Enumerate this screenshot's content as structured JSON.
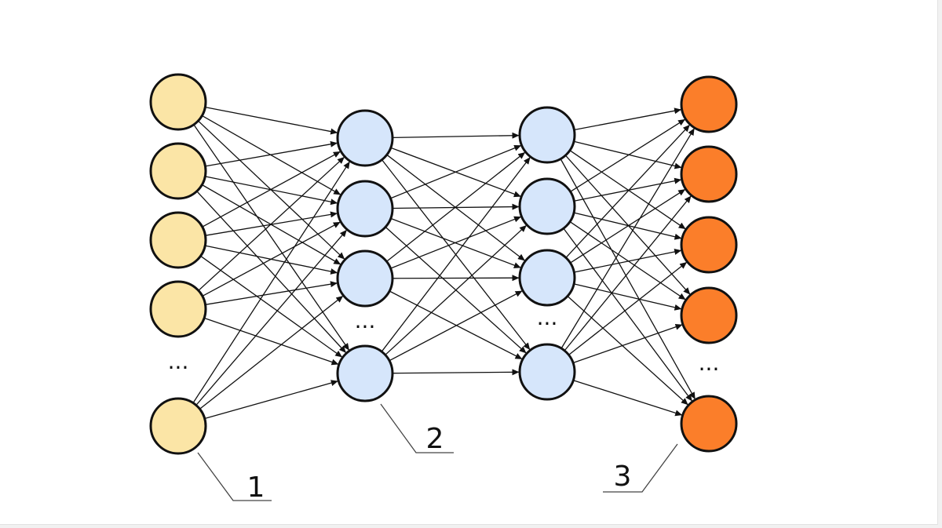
{
  "colors": {
    "input": "#fbe5a6",
    "hidden": "#d6e6fb",
    "output": "#fb7e2a",
    "stroke": "#111111"
  },
  "layers": [
    {
      "role": "input",
      "nodes": 5,
      "ellipsis": "..."
    },
    {
      "role": "hidden",
      "nodes": 4,
      "ellipsis": "..."
    },
    {
      "role": "hidden",
      "nodes": 4,
      "ellipsis": "..."
    },
    {
      "role": "output",
      "nodes": 5,
      "ellipsis": "..."
    }
  ],
  "callouts": {
    "label1": "1",
    "label2": "2",
    "label3": "3"
  }
}
